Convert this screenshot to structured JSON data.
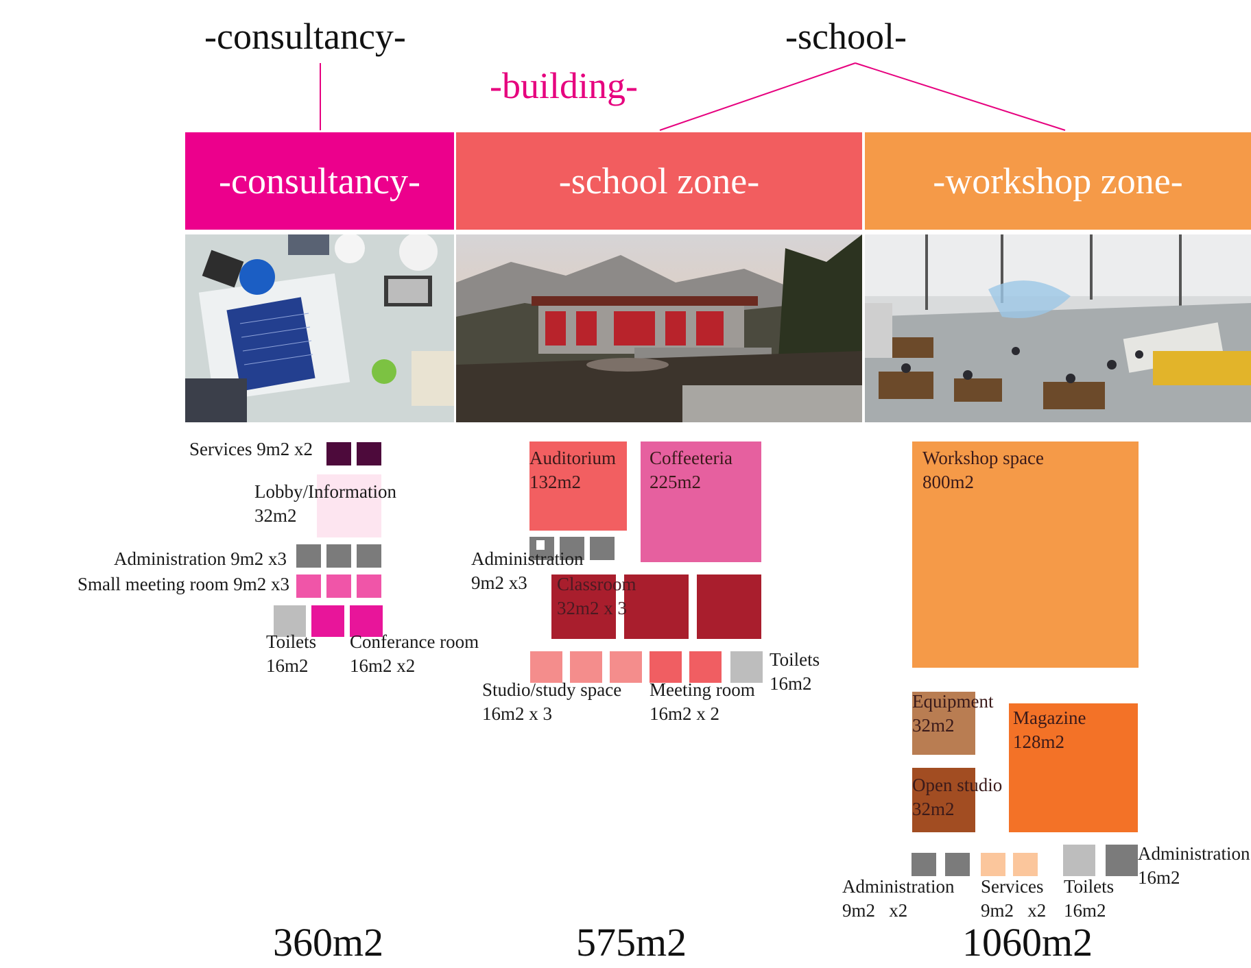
{
  "headings": {
    "consultancy": "-consultancy-",
    "school": "-school-",
    "building": "-building-"
  },
  "zones": {
    "consultancy": "-consultancy-",
    "school": "-school zone-",
    "workshop": "-workshop zone-"
  },
  "colors": {
    "consultancy_band": "#ec008c",
    "school_band": "#f25d5f",
    "workshop_band": "#f59a48",
    "building_pink": "#e6007e"
  },
  "consultancy": {
    "services": "Services 9m2 x2",
    "lobby": "Lobby/Information\n32m2",
    "administration": "Administration 9m2 x3",
    "small_meeting": "Small meeting room 9m2 x3",
    "toilets": "Toilets\n16m2",
    "conference": "Conferance room\n16m2 x2",
    "total": "360m2"
  },
  "school": {
    "auditorium": "Auditorium\n132m2",
    "coffeeteria": "Coffeeteria\n225m2",
    "administration": "Administration\n9m2 x3",
    "classroom": "Classroom\n32m2 x 3",
    "toilets": "Toilets\n16m2",
    "studio": "Studio/study space\n16m2 x 3",
    "meeting": "Meeting room\n16m2 x 2",
    "total": "575m2"
  },
  "workshop": {
    "workshop_space": "Workshop space\n800m2",
    "equipment": "Equipment\n32m2",
    "magazine": "Magazine\n128m2",
    "open_studio": "Open studio\n32m2",
    "administration": "Administration\n9m2   x2",
    "services": "Services\n9m2   x2",
    "toilets": "Toilets\n16m2",
    "administration_2": "Administration\n16m2",
    "total": "1060m2"
  }
}
